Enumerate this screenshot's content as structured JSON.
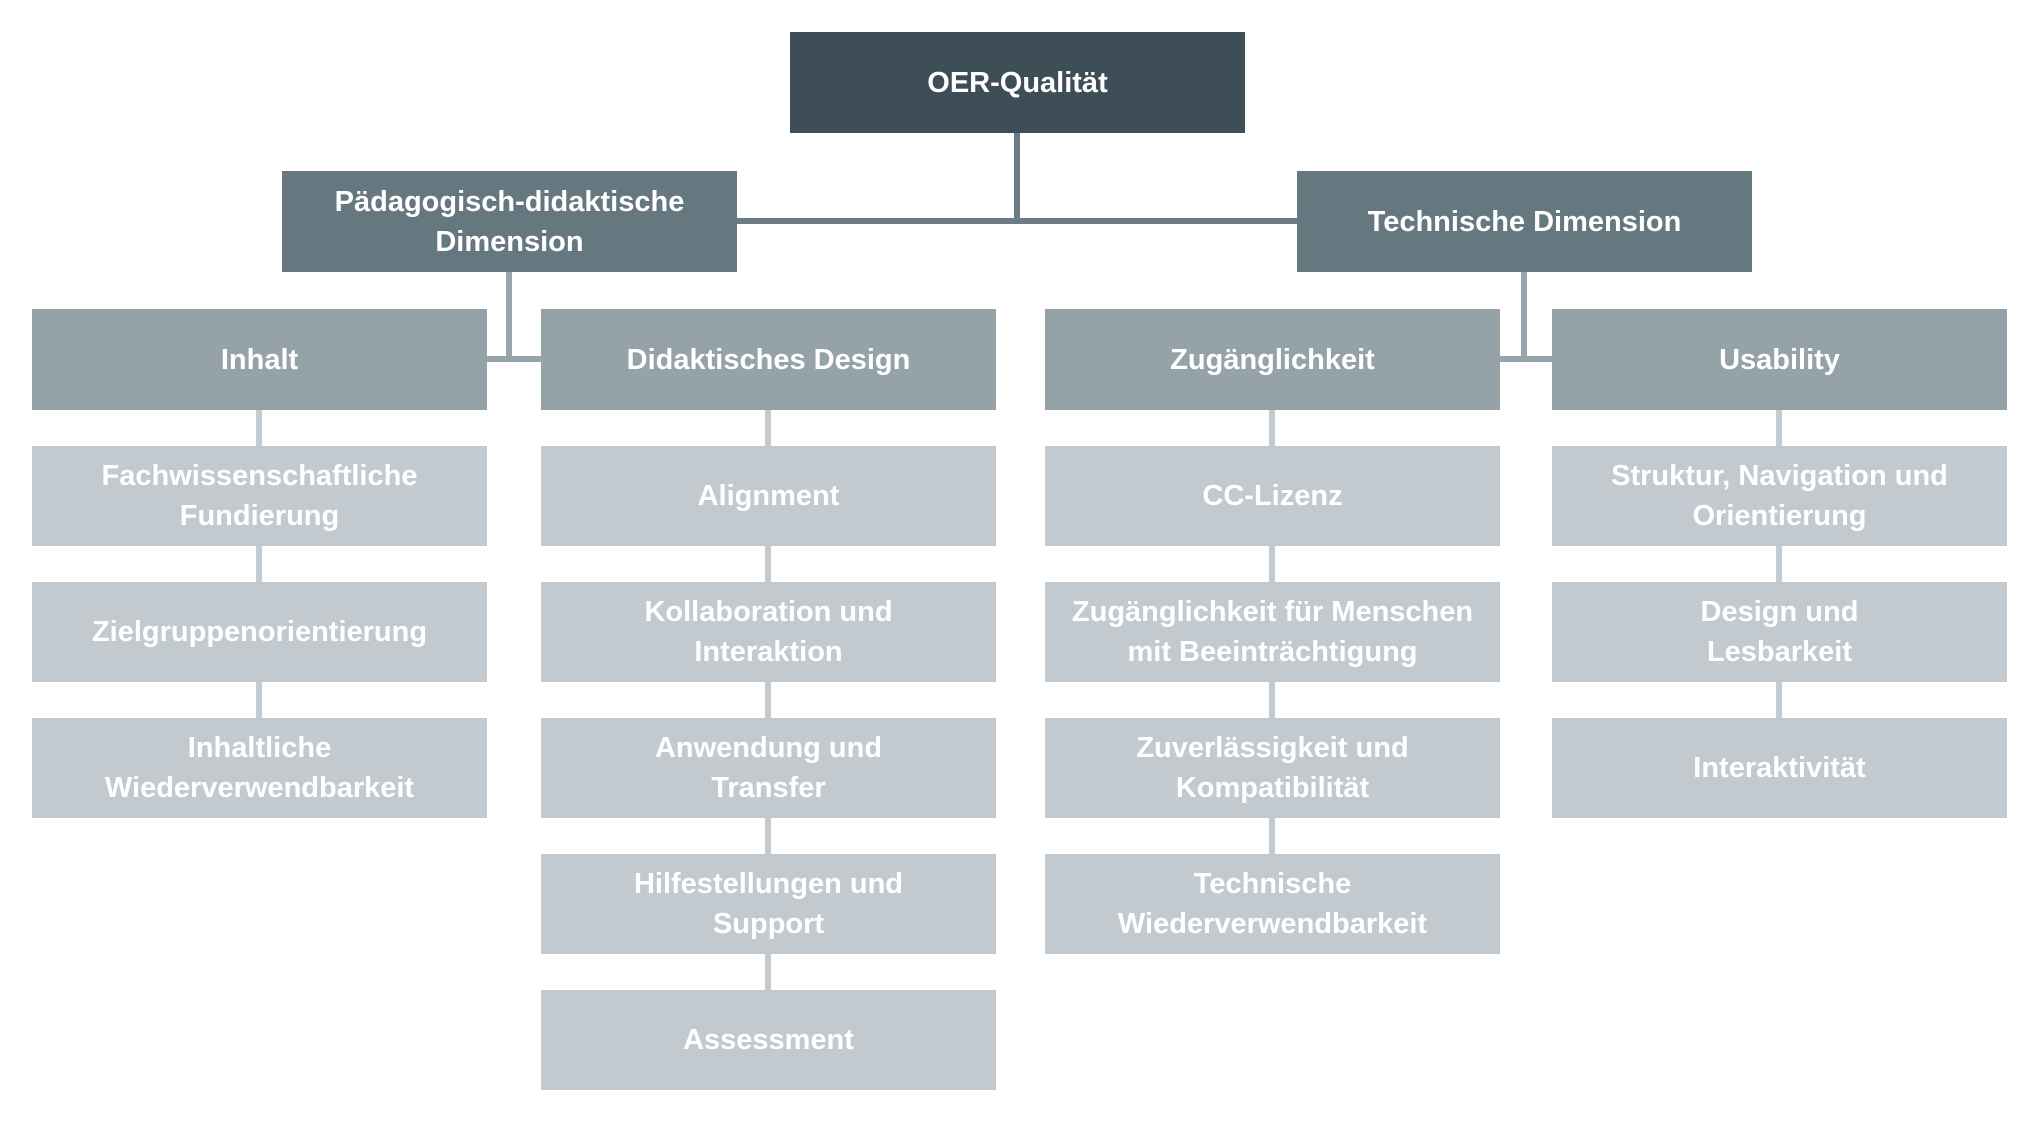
{
  "palette": {
    "level1": "#3D4E56",
    "level2": "#65777F",
    "level3": "#95A2A8",
    "level4": "#C2C9CF",
    "connector_dark": "#6A7C84",
    "connector_mid": "#97A4AA",
    "connector_light": "#C5CCD1",
    "text": "#FFFFFF",
    "background": "#FFFFFF"
  },
  "diagram": {
    "root": {
      "label": "OER-Qualität"
    },
    "branches": [
      {
        "label": "Pädagogisch-didaktische\nDimension",
        "columns": [
          {
            "label": "Inhalt",
            "items": [
              "Fachwissenschaftliche\nFundierung",
              "Zielgruppenorientierung",
              "Inhaltliche\nWiederverwendbarkeit"
            ]
          },
          {
            "label": "Didaktisches Design",
            "items": [
              "Alignment",
              "Kollaboration und\nInteraktion",
              "Anwendung und\nTransfer",
              "Hilfestellungen und\nSupport",
              "Assessment"
            ]
          }
        ]
      },
      {
        "label": "Technische Dimension",
        "columns": [
          {
            "label": "Zugänglichkeit",
            "items": [
              "CC-Lizenz",
              "Zugänglichkeit für Menschen\nmit Beeinträchtigung",
              "Zuverlässigkeit und\nKompatibilität",
              "Technische\nWiederverwendbarkeit"
            ]
          },
          {
            "label": "Usability",
            "items": [
              "Struktur, Navigation und\nOrientierung",
              "Design und\nLesbarkeit",
              "Interaktivität"
            ]
          }
        ]
      }
    ]
  }
}
